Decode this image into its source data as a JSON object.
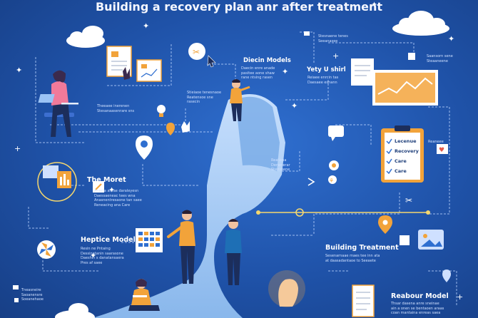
{
  "title": "Building a recovery plan anr after treatment",
  "nodes": [
    {
      "id": "dieccin",
      "heading": "Diecin Models",
      "sub": "Daecin enre anade\npasitee aone shaw\nrane ntsing rasen"
    },
    {
      "id": "yety",
      "heading": "Yety U shirl",
      "sub": "Reiaee enrcin tas\nDaesaee esnann"
    },
    {
      "id": "moret",
      "heading": "The Moret",
      "sub": "Anecia anrae daraleyesn\nDaessaeneac tees wna\nAnasnentresaone tan saee\nReneacing ana Care"
    },
    {
      "id": "heptice",
      "heading": "Heptice Model",
      "sub": "Resin ne Pntaing\nDessinatanin saarasone\nDaeshin s danatansaera\nPres af saee"
    },
    {
      "id": "building",
      "heading": "Building Treatment",
      "sub": "Sesenarnaae maes tee inn ata\nat daasadantaoe to Seeaete"
    },
    {
      "id": "reabour",
      "heading": "Reabour Model",
      "sub": "Thsar dasena anre sneinae\nain a onen se bentaoen araas\ncoan mantaina enreas saea"
    },
    {
      "id": "top-center",
      "sub": "Stieiaoe tenesnaoe\nReatensoe sne\nrasecin"
    },
    {
      "id": "mid-center",
      "sub": "Reatiosa\nDenenerar\nStensoene"
    },
    {
      "id": "avatar-note",
      "sub": "Theeaee inerenen\nStesanaasenrare sns"
    },
    {
      "id": "top-right-a",
      "sub": "Stesnaene tenes\nSeeanasee"
    },
    {
      "id": "top-right-b",
      "sub": "Saansorn sene\nSteaaneene"
    },
    {
      "id": "left-bottom",
      "sub": "Tneasneire\nSaoanensre\nSoeanehaoe"
    },
    {
      "id": "checklist-note",
      "sub": "Reaneee"
    }
  ],
  "checklist": [
    "Lecenue",
    "Recovery",
    "Care",
    "Care"
  ],
  "colors": {
    "accent": "#f2a33a",
    "highlight": "#f5d76e",
    "background": "#1f52a8",
    "road": "#a9cdf5"
  }
}
